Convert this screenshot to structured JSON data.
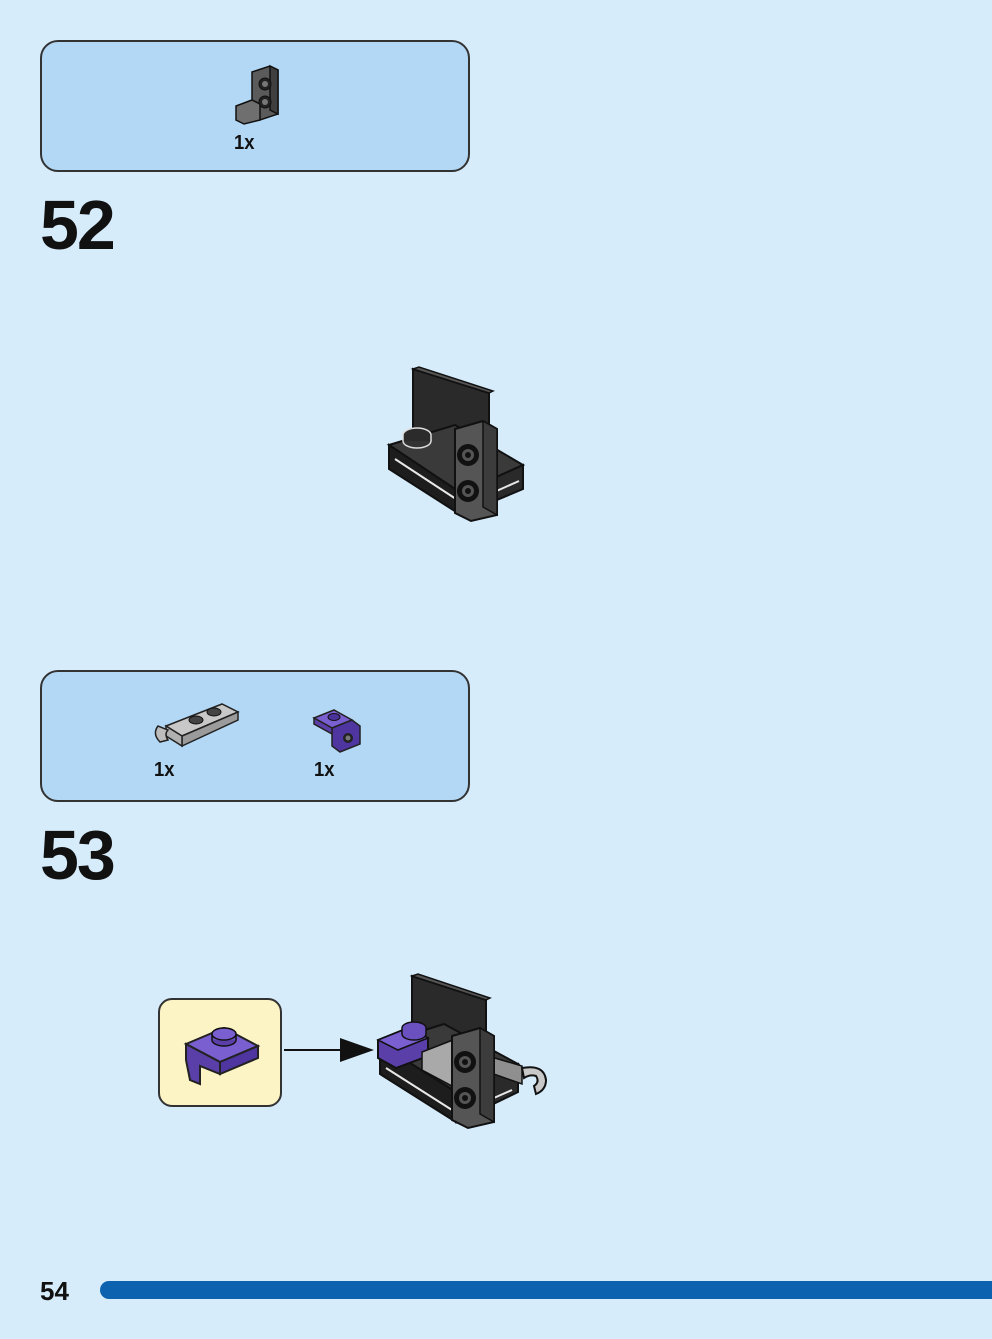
{
  "steps": [
    {
      "number": "52",
      "parts": [
        {
          "quantity": "1x",
          "part": "dark-gray-bracket",
          "color": "#5b5b5b"
        }
      ]
    },
    {
      "number": "53",
      "parts": [
        {
          "quantity": "1x",
          "part": "light-gray-plate-with-clip",
          "color": "#a9a9a9"
        },
        {
          "quantity": "1x",
          "part": "purple-bracket",
          "color": "#5a3fa8"
        }
      ]
    }
  ],
  "page": {
    "number": "54"
  },
  "colors": {
    "background": "#d6ecfb",
    "parts_box": "#b3d8f5",
    "callout": "#fdf4c5",
    "page_bar": "#0d62b0"
  }
}
